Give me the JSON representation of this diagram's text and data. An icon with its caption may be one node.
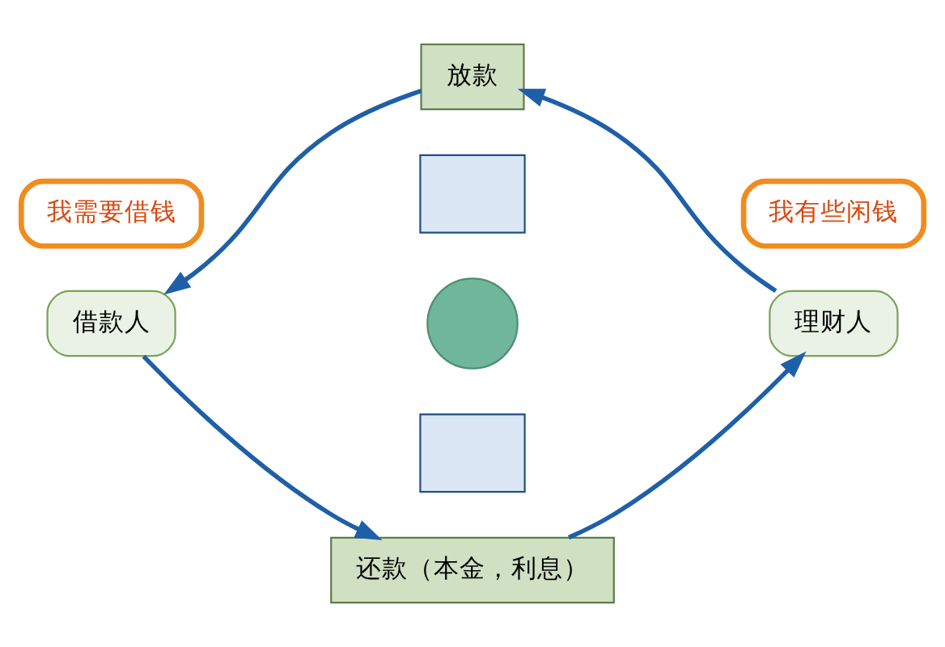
{
  "diagram": {
    "nodes": [
      {
        "text": [
          "我需要借钱"
        ]
      },
      {
        "text": [
          "借款人"
        ]
      },
      {
        "text": [
          "放款"
        ]
      },
      {
        "text": [],
        "shape": "box"
      },
      {
        "text": [],
        "shape": "circle"
      },
      {
        "text": [],
        "shape": "box"
      },
      {
        "text": [
          "还款（本金，利息）"
        ]
      },
      {
        "text": [
          "我有些闲钱"
        ]
      },
      {
        "text": [
          "理财人"
        ]
      }
    ],
    "edges": [
      {
        "from": 8,
        "to": 2,
        "arrow": "to",
        "color": "#1f5fa8"
      },
      {
        "from": 2,
        "to": 1,
        "arrow": "to",
        "color": "#1f5fa8"
      },
      {
        "from": 1,
        "to": 6,
        "arrow": "to",
        "color": "#1f5fa8"
      },
      {
        "from": 6,
        "to": 8,
        "arrow": "to",
        "color": "#1f5fa8"
      }
    ]
  }
}
